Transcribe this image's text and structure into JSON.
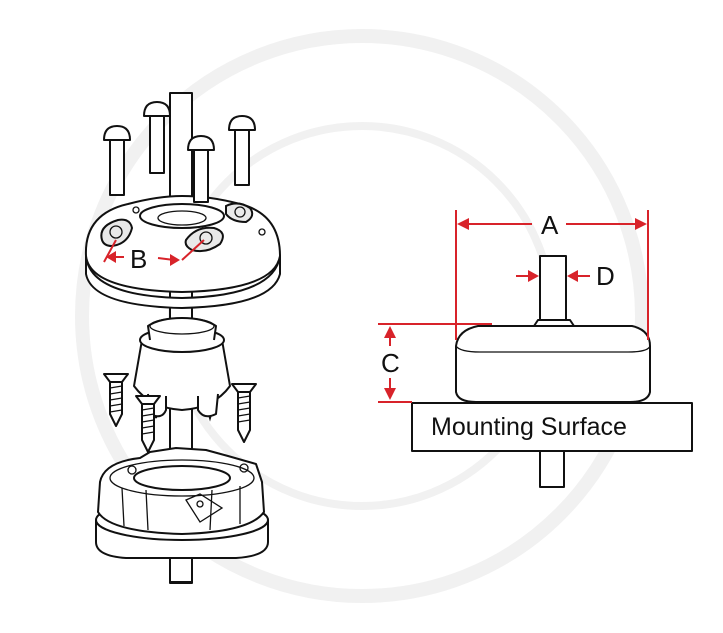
{
  "labels": {
    "a": "A",
    "b": "B",
    "c": "C",
    "d": "D"
  },
  "mounting_surface": "Mounting Surface",
  "colors": {
    "dimension": "#d8232a",
    "line": "#111111",
    "watermark": "#f1f1f1"
  }
}
